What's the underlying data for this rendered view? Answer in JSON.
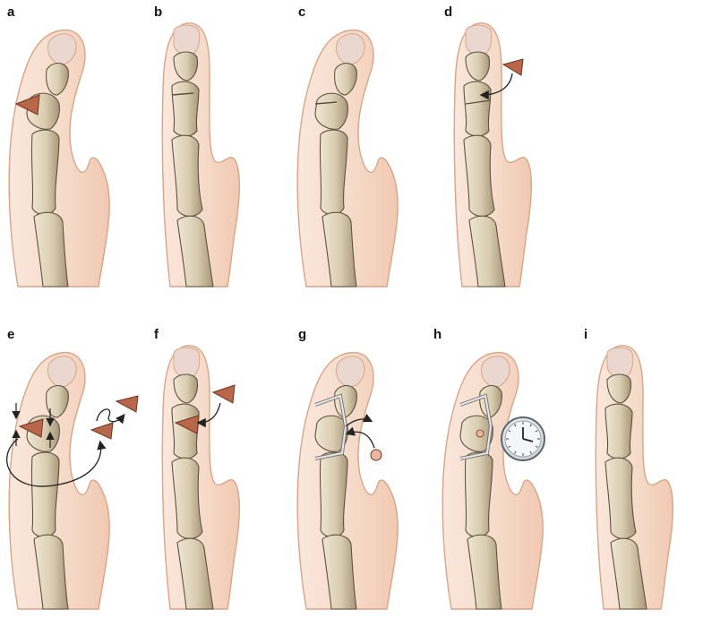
{
  "figure": {
    "colors": {
      "skin_fill": "#f6dccb",
      "skin_outline": "#d9a487",
      "bone_fill": "#d9ccb0",
      "bone_shadow": "#a8977a",
      "bone_outline": "#5d5240",
      "wedge_fill": "#b8674a",
      "wedge_outline": "#6e3520",
      "nail_fill": "#ead8d0",
      "arrow": "#222222",
      "plate": "#e8e8e8",
      "clock_face": "#f4f6f8"
    },
    "panels": [
      {
        "id": "a",
        "label": "a",
        "icons": [
          "bone-wedge"
        ]
      },
      {
        "id": "b",
        "label": "b",
        "icons": [
          "osteotomy-line"
        ]
      },
      {
        "id": "c",
        "label": "c",
        "icons": [
          "osteotomy-line"
        ]
      },
      {
        "id": "d",
        "label": "d",
        "icons": [
          "bone-wedge",
          "curved-arrow"
        ]
      },
      {
        "id": "e",
        "label": "e",
        "icons": [
          "bone-wedge",
          "motion-arrows",
          "loop-arrow"
        ]
      },
      {
        "id": "f",
        "label": "f",
        "icons": [
          "bone-wedge",
          "curved-arrow"
        ]
      },
      {
        "id": "g",
        "label": "g",
        "icons": [
          "bone-plate",
          "bone-graft",
          "curved-arrow"
        ]
      },
      {
        "id": "h",
        "label": "h",
        "icons": [
          "bone-plate",
          "clock-icon"
        ]
      },
      {
        "id": "i",
        "label": "i",
        "icons": []
      }
    ]
  }
}
